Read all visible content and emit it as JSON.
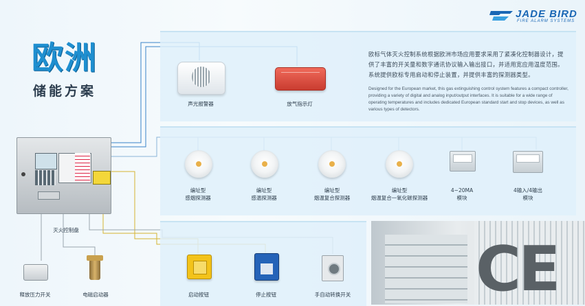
{
  "brand": {
    "name": "JADE BIRD",
    "tagline": "FIRE ALARM SYSTEMS",
    "color": "#1a67b5"
  },
  "title": {
    "main": "欧洲",
    "sub": "储能方案",
    "color": "#1f8fd0"
  },
  "description": {
    "cn": "欧标气体灭火控制系统根据欧洲市场应用要求采用了紧凑化控制器设计，提供了丰富的开关量和数字通讯协议输入输出接口，并适用宽应用温度范围。系统提供欧标专用启动和停止装置，并提供丰富的探测器类型。",
    "en": "Designed for the European market, this gas extinguishing control system features a compact controller, providing a variety of digital and analog input/output interfaces. It is suitable for a wide range of operating temperatures and includes dedicated European standard start and stop devices, as well as various types of detectors."
  },
  "top_devices": [
    {
      "icon": "sounder-strobe-icon",
      "label": "声光报警器"
    },
    {
      "icon": "gas-release-sign-icon",
      "label": "放气指示灯"
    }
  ],
  "middle_devices": [
    {
      "icon": "detector-icon",
      "label": "编址型\n感烟探测器"
    },
    {
      "icon": "detector-icon",
      "label": "编址型\n感温探测器"
    },
    {
      "icon": "detector-icon",
      "label": "编址型\n烟温复合探测器"
    },
    {
      "icon": "detector-icon",
      "label": "编址型\n烟温复合一氧化碳探测器"
    },
    {
      "icon": "module-icon",
      "label": "4~20MA\n模块"
    },
    {
      "icon": "module-icon",
      "label": "4输入/4输出\n模块"
    }
  ],
  "controller": {
    "icon": "control-panel-icon",
    "label": "灭火控制盘"
  },
  "bottom_left_devices": [
    {
      "icon": "pressure-switch-icon",
      "label": "释放压力开关"
    },
    {
      "icon": "solenoid-valve-icon",
      "label": "电磁启动器"
    }
  ],
  "bottom_devices": [
    {
      "icon": "start-button-icon",
      "label": "启动按钮"
    },
    {
      "icon": "stop-button-icon",
      "label": "停止按钮"
    },
    {
      "icon": "manual-auto-switch-icon",
      "label": "手自动转换开关"
    }
  ],
  "ce_mark": "CE"
}
